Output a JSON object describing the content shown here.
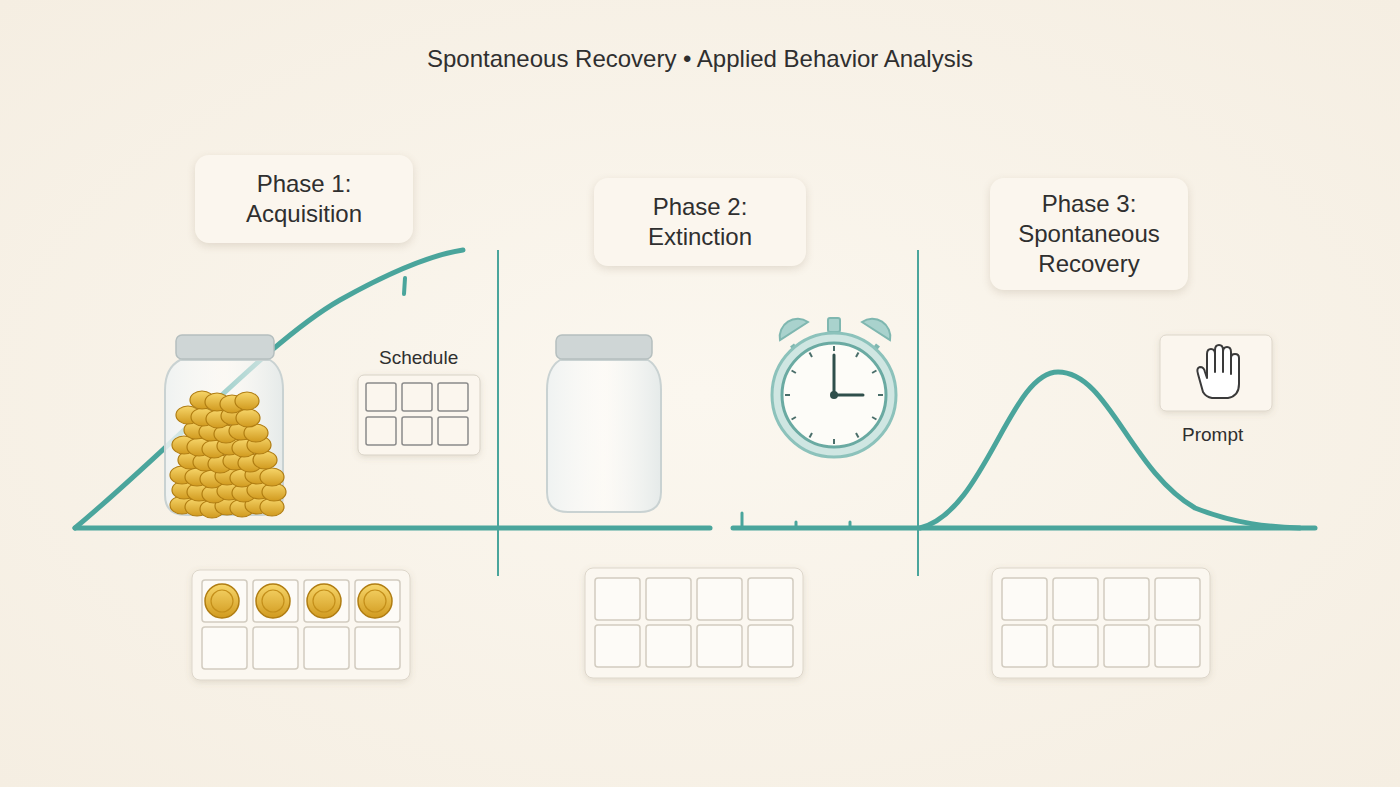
{
  "diagram": {
    "title": "Spontaneous Recovery • Applied Behavior Analysis",
    "nodes": [
      {
        "text": [
          "Phase 1: Acquisition"
        ]
      },
      {
        "text": [
          "Phase 2: Extinction"
        ]
      },
      {
        "text": [
          "Phase 3: Spontaneous Recovery"
        ]
      }
    ],
    "labels": [
      "Schedule",
      "Prompt"
    ]
  }
}
